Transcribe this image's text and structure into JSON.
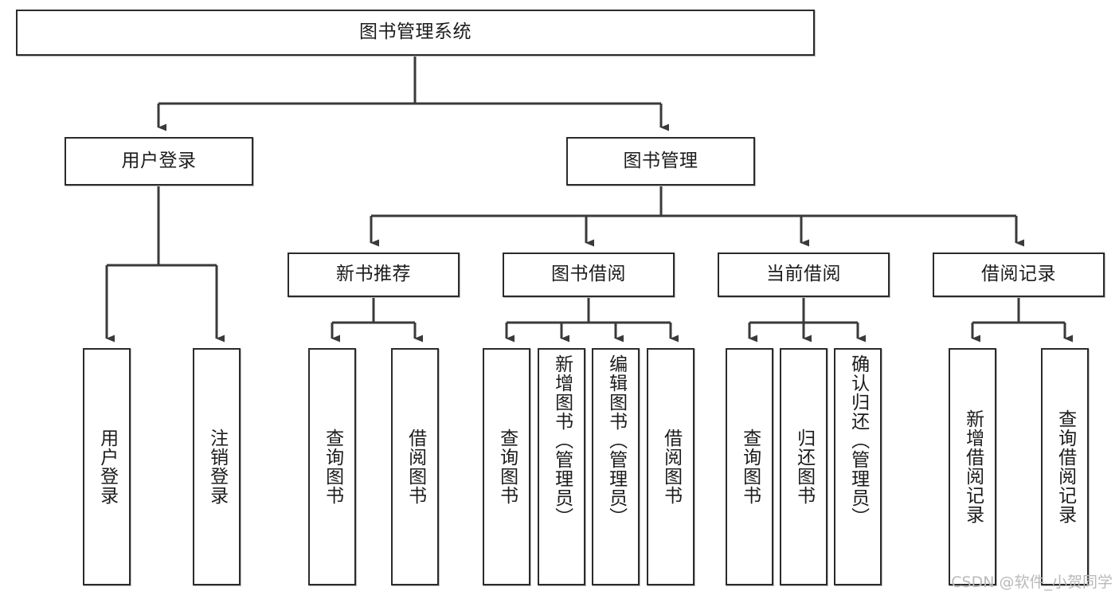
{
  "diagram": {
    "title": "图书管理系统",
    "type": "tree",
    "orientation": "top-down",
    "colors": {
      "box_border": "#2b2b2b",
      "box_fill": "#ffffff",
      "connector": "#3a3a3a",
      "text": "#1c1c1c",
      "watermark": "#b9b9b9",
      "background": "#ffffff"
    },
    "root": {
      "label": "图书管理系统",
      "orientation": "horizontal"
    },
    "level2": [
      {
        "label": "用户登录",
        "orientation": "horizontal"
      },
      {
        "label": "图书管理",
        "orientation": "horizontal"
      }
    ],
    "level3": [
      {
        "label": "新书推荐",
        "orientation": "horizontal"
      },
      {
        "label": "图书借阅",
        "orientation": "horizontal"
      },
      {
        "label": "当前借阅",
        "orientation": "horizontal"
      },
      {
        "label": "借阅记录",
        "orientation": "horizontal"
      }
    ],
    "leaves": {
      "user_login": [
        {
          "label": "用户登录",
          "orientation": "vertical"
        },
        {
          "label": "注销登录",
          "orientation": "vertical"
        }
      ],
      "new_book_recommend": [
        {
          "label": "查询图书",
          "orientation": "vertical"
        },
        {
          "label": "借阅图书",
          "orientation": "vertical"
        }
      ],
      "book_borrow": [
        {
          "label": "查询图书",
          "orientation": "vertical"
        },
        {
          "label": "新增图书（管理员）",
          "orientation": "vertical"
        },
        {
          "label": "编辑图书（管理员）",
          "orientation": "vertical"
        },
        {
          "label": "借阅图书",
          "orientation": "vertical"
        }
      ],
      "current_borrow": [
        {
          "label": "查询图书",
          "orientation": "vertical"
        },
        {
          "label": "归还图书",
          "orientation": "vertical"
        },
        {
          "label": "确认归还（管理员）",
          "orientation": "vertical"
        }
      ],
      "borrow_record": [
        {
          "label": "新增借阅记录",
          "orientation": "vertical"
        },
        {
          "label": "查询借阅记录",
          "orientation": "vertical"
        }
      ]
    }
  },
  "watermark": {
    "text": "CSDN @软件_小贺同学"
  }
}
